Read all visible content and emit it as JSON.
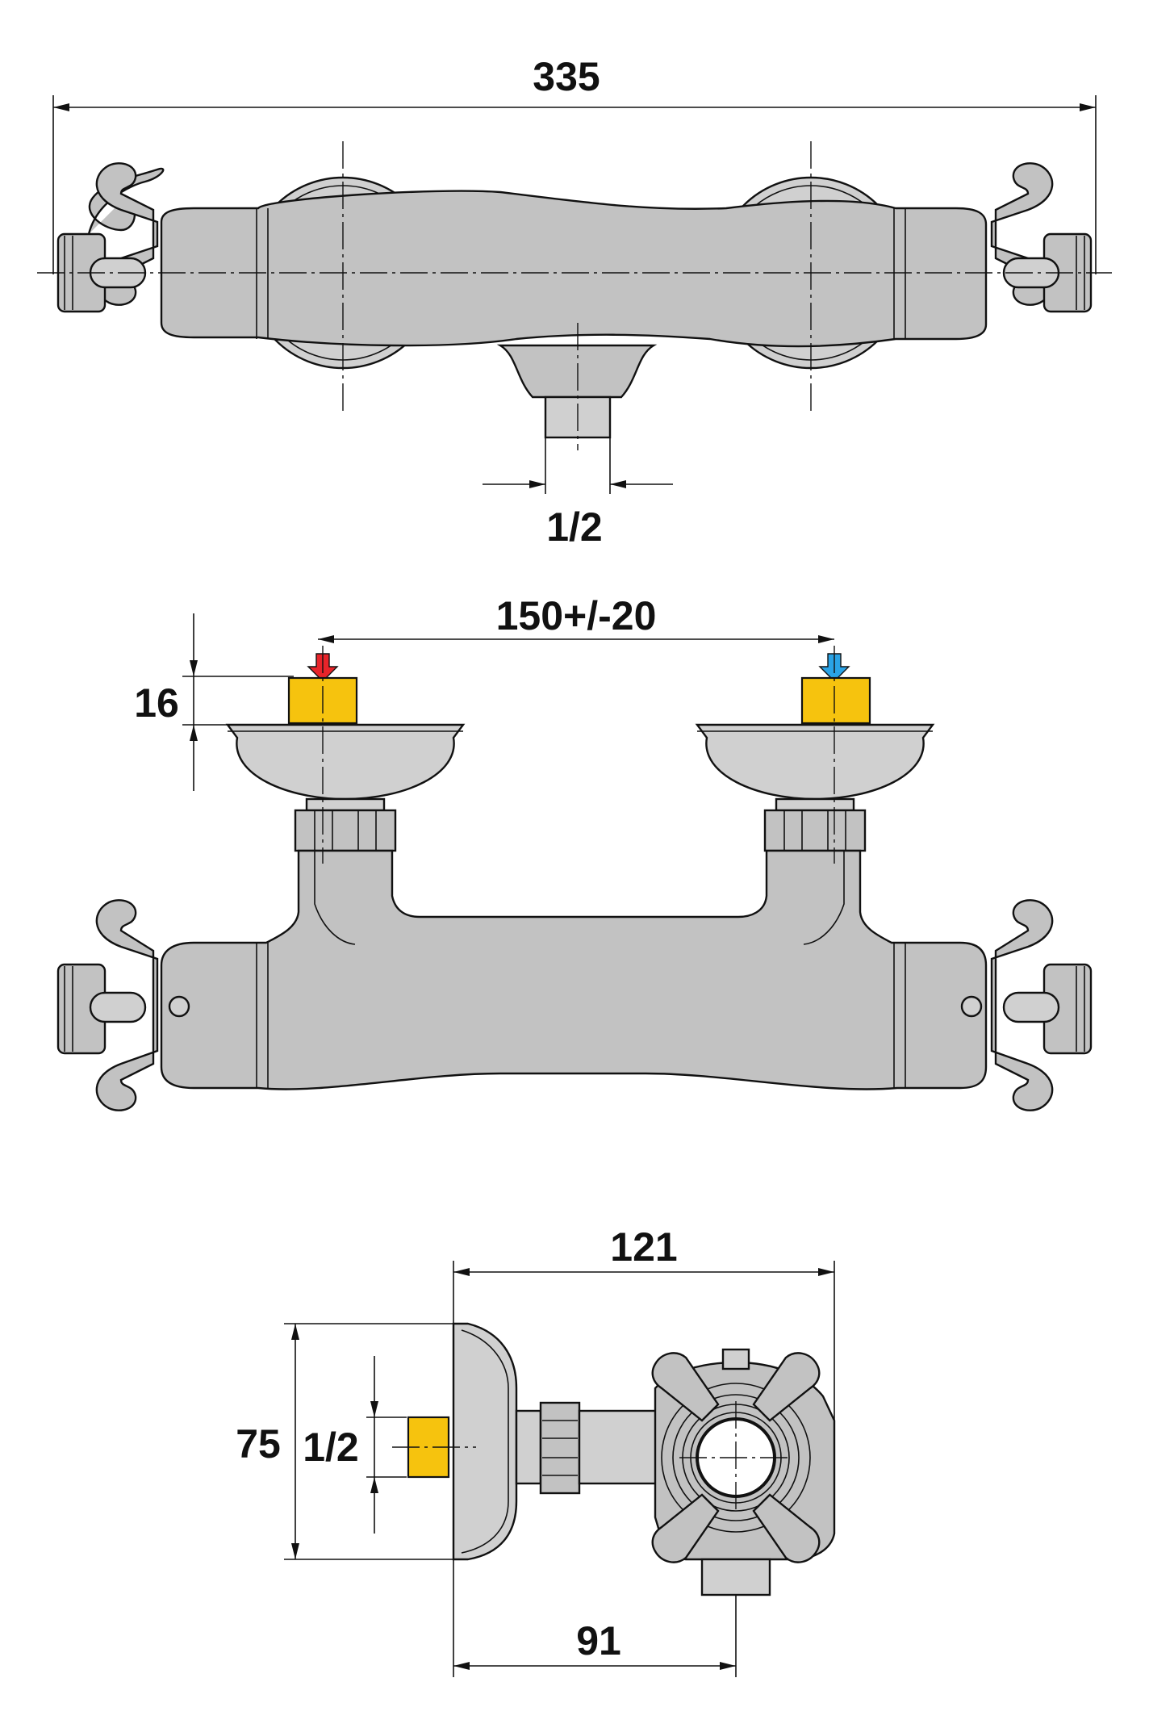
{
  "dimensions": {
    "overall_width": "335",
    "outlet_thread": "1/2",
    "inlet_spacing": "150+/-20",
    "eccentric_depth": "16",
    "depth_total": "121",
    "depth_to_axis": "91",
    "height": "75",
    "inlet_thread": "1/2"
  },
  "colors": {
    "body": "#c2c2c2",
    "brass": "#f6c30e",
    "hot_arrow": "#e8242a",
    "cold_arrow": "#2aa3e6",
    "line": "#111111"
  }
}
